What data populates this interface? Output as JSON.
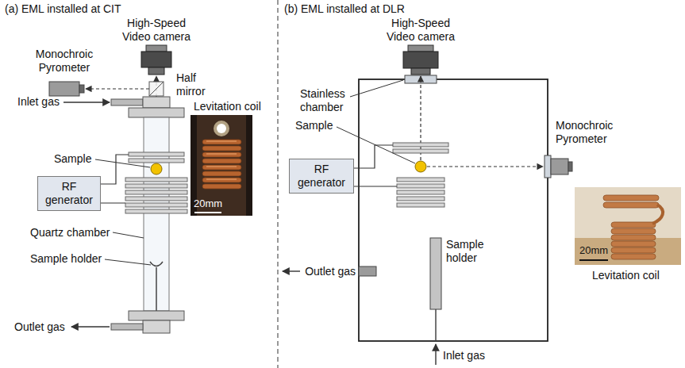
{
  "diagram": {
    "nodes": [
      {
        "text": [
          "RF generator"
        ]
      },
      {
        "text": [
          "RF generator"
        ]
      }
    ],
    "labels": [
      "(a) EML installed at CIT",
      "High-Speed Video camera",
      "Monochroic Pyrometer",
      "Half mirror",
      "Inlet gas",
      "Levitation coil",
      "Sample",
      "20mm",
      "Quartz chamber",
      "Sample holder",
      "Outlet gas",
      "(b) EML installed at DLR",
      "High-Speed Video camera",
      "Stainless chamber",
      "Sample",
      "Monochroic Pyrometer",
      "20mm",
      "Outlet gas",
      "Sample holder",
      "Inlet gas",
      "Levitation coil"
    ]
  }
}
